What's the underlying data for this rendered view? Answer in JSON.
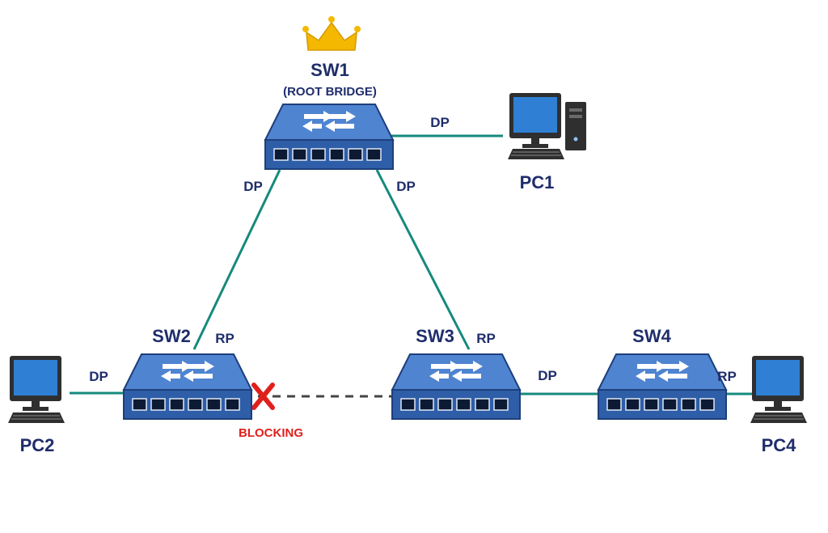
{
  "colors": {
    "link": "#158a7c",
    "blocked_link": "#444444",
    "switch_body": "#2f5ea8",
    "switch_top": "#4f84d1",
    "label": "#1f2d6b",
    "blocking": "#e0201c",
    "crown": "#f5b800"
  },
  "icons": {
    "crown": "crown-icon",
    "switch": "network-switch-icon",
    "pc": "desktop-computer-icon",
    "block": "x-mark-icon"
  },
  "devices": {
    "sw1": {
      "name": "SW1",
      "role": "(ROOT BRIDGE)"
    },
    "sw2": {
      "name": "SW2"
    },
    "sw3": {
      "name": "SW3"
    },
    "sw4": {
      "name": "SW4"
    },
    "pc1": {
      "name": "PC1"
    },
    "pc2": {
      "name": "PC2"
    },
    "pc4": {
      "name": "PC4"
    }
  },
  "ports": {
    "sw1_pc1": "DP",
    "sw1_sw2": "DP",
    "sw1_sw3": "DP",
    "sw2_root": "RP",
    "sw3_root": "RP",
    "sw2_pc2": "DP",
    "sw3_sw4": "DP",
    "sw4_pc4": "RP"
  },
  "blocked_link": {
    "label": "BLOCKING"
  }
}
